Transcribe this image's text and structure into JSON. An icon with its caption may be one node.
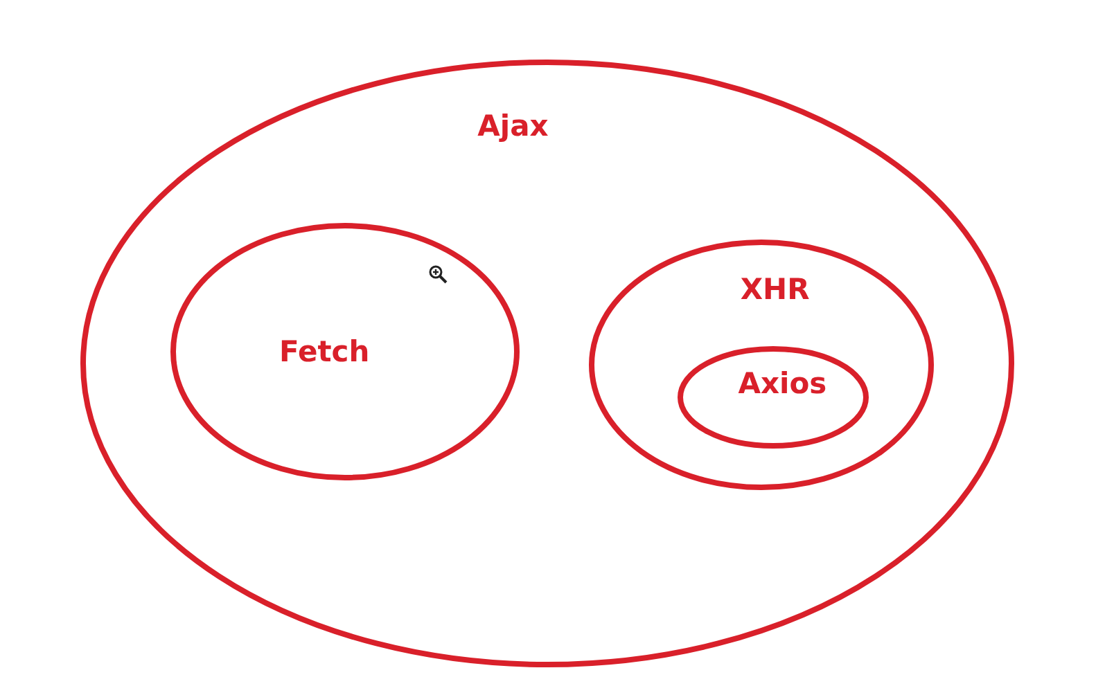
{
  "diagram": {
    "nodes": [
      {
        "text": [
          "Ajax"
        ]
      },
      {
        "text": [
          "Fetch"
        ],
        "in": 0
      },
      {
        "text": [
          "XHR"
        ],
        "in": 0
      },
      {
        "text": [
          "Axios"
        ],
        "in": 2
      }
    ]
  }
}
